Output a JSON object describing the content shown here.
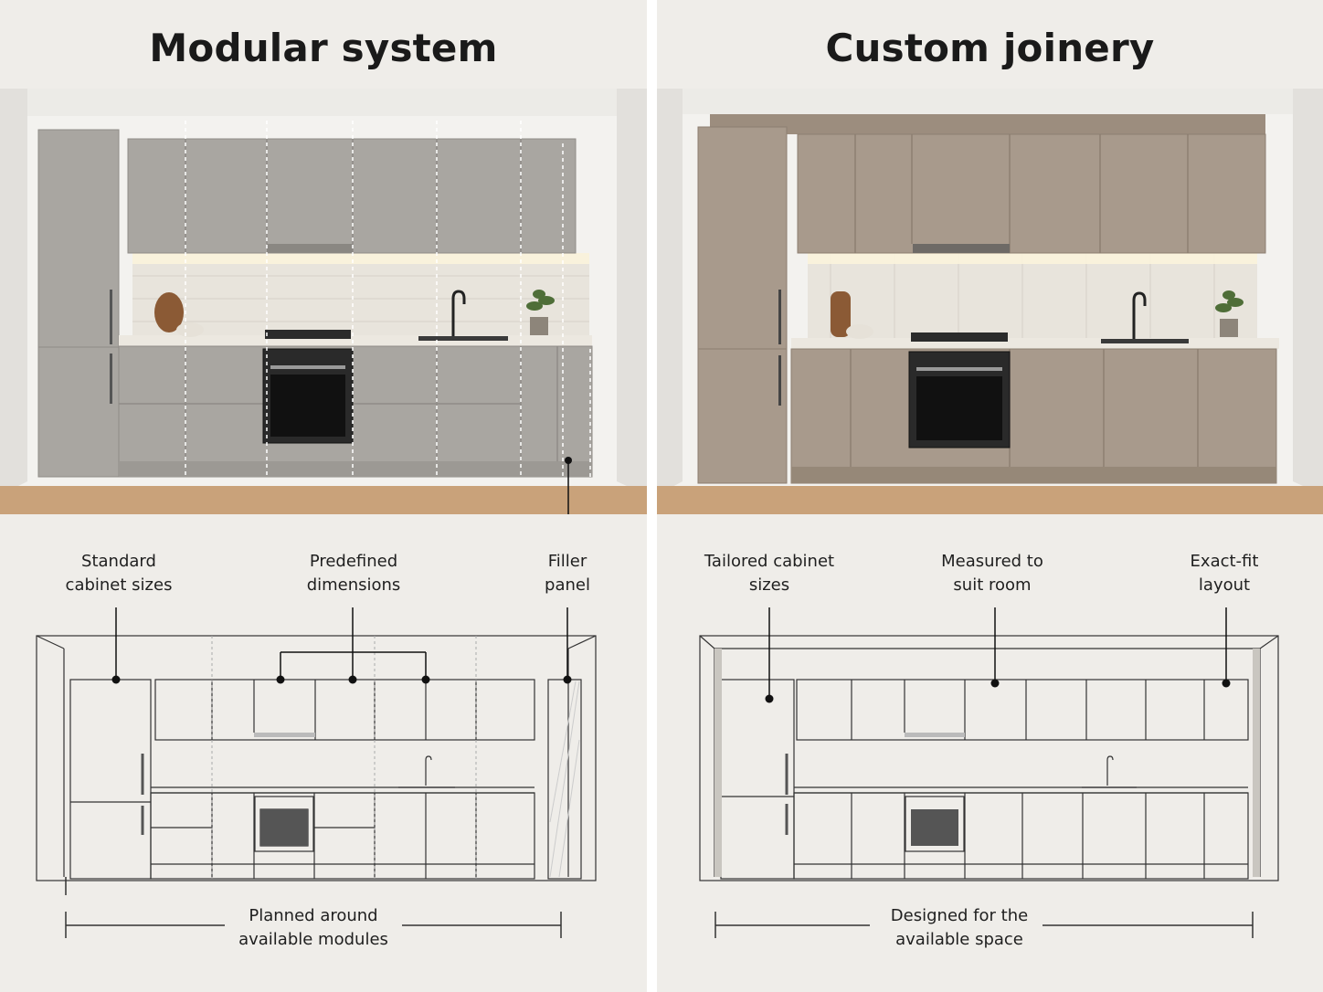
{
  "left": {
    "title": "Modular system",
    "labels": {
      "standard": "Standard\ncabinet sizes",
      "predefined": "Predefined\ndimensions",
      "filler": "Filler\npanel"
    },
    "bottom": "Planned around\navailable modules"
  },
  "right": {
    "title": "Custom joinery",
    "labels": {
      "tailored": "Tailored cabinet\nsizes",
      "measured": "Measured to\nsuit room",
      "exact": "Exact-fit\nlayout"
    },
    "bottom": "Designed for the\navailable space"
  },
  "colors": {
    "background": "#efede9",
    "modular_cabinet": "#a9a6a1",
    "custom_cabinet": "#a89a8c",
    "floor": "#c9a27a",
    "line": "#222222"
  }
}
